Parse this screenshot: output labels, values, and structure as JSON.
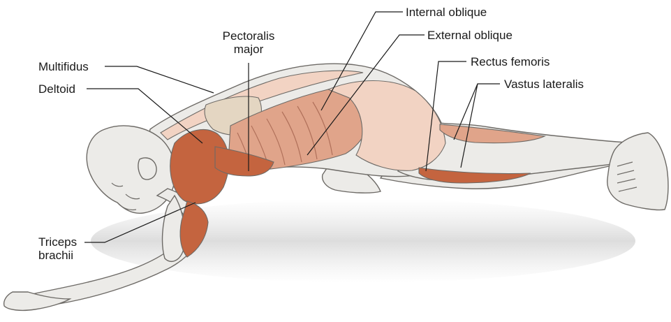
{
  "labels": {
    "internal_oblique": "Internal oblique",
    "external_oblique": "External oblique",
    "pectoralis_line1": "Pectoralis",
    "pectoralis_line2": "major",
    "multifidus": "Multifidus",
    "deltoid": "Deltoid",
    "rectus_femoris": "Rectus femoris",
    "vastus_lateralis": "Vastus lateralis",
    "triceps_line1": "Triceps",
    "triceps_line2": "brachii"
  },
  "colors": {
    "skin": "#ecebe8",
    "outline": "#6d6a66",
    "muscle": "#e0a48a",
    "muscle_dark": "#c4643f",
    "muscle_light": "#f2d3c3",
    "scapula": "#e4d6c2",
    "shadow": "#dddddd",
    "leader": "#1a1a1a"
  }
}
